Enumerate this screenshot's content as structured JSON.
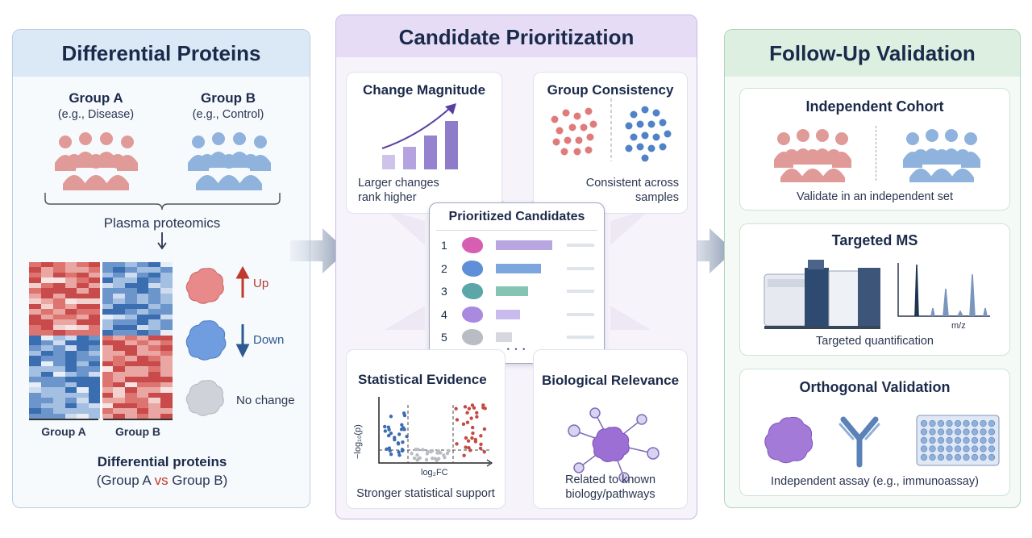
{
  "left": {
    "title": "Differential Proteins",
    "group_a": "Group A",
    "group_a_sub": "(e.g., Disease)",
    "group_b": "Group B",
    "group_b_sub": "(e.g., Control)",
    "method": "Plasma proteomics",
    "up": "Up",
    "down": "Down",
    "no_change": "No change",
    "heat_label_a": "Group A",
    "heat_label_b": "Group B",
    "summary": "Differential proteins",
    "summary_sub_pre": "(Group A ",
    "summary_sub_vs": "vs",
    "summary_sub_post": " Group B)"
  },
  "middle": {
    "title": "Candidate Prioritization",
    "change": {
      "title": "Change Magnitude",
      "caption1": "Larger changes",
      "caption2": "rank higher"
    },
    "consistency": {
      "title": "Group Consistency",
      "caption1": "Consistent across",
      "caption2": "samples"
    },
    "prioritized": {
      "title": "Prioritized Candidates",
      "ranks": [
        "1",
        "2",
        "3",
        "4",
        "5"
      ],
      "more": "• • •"
    },
    "stats": {
      "title": "Statistical Evidence",
      "ylabel": "−log₁₀(p)",
      "xlabel": "log₂FC",
      "caption": "Stronger statistical support"
    },
    "bio": {
      "title": "Biological Relevance",
      "caption1": "Related to known",
      "caption2": "biology/pathways"
    }
  },
  "right": {
    "title": "Follow-Up Validation",
    "cohort": {
      "title": "Independent Cohort",
      "caption": "Validate in an independent set"
    },
    "ms": {
      "title": "Targeted MS",
      "axis": "m/z",
      "caption": "Targeted quantification"
    },
    "ortho": {
      "title": "Orthogonal Validation",
      "caption": "Independent assay (e.g., immunoassay)"
    }
  },
  "colors": {
    "left_header": "#dbe8f6",
    "middle_header": "#e6dcf6",
    "right_header": "#dcefe1",
    "red_group": "#e09a98",
    "blue_group": "#8fb3dd",
    "purple": "#9b6fd3",
    "up_red": "#c0392b",
    "down_blue": "#2d5a91"
  }
}
